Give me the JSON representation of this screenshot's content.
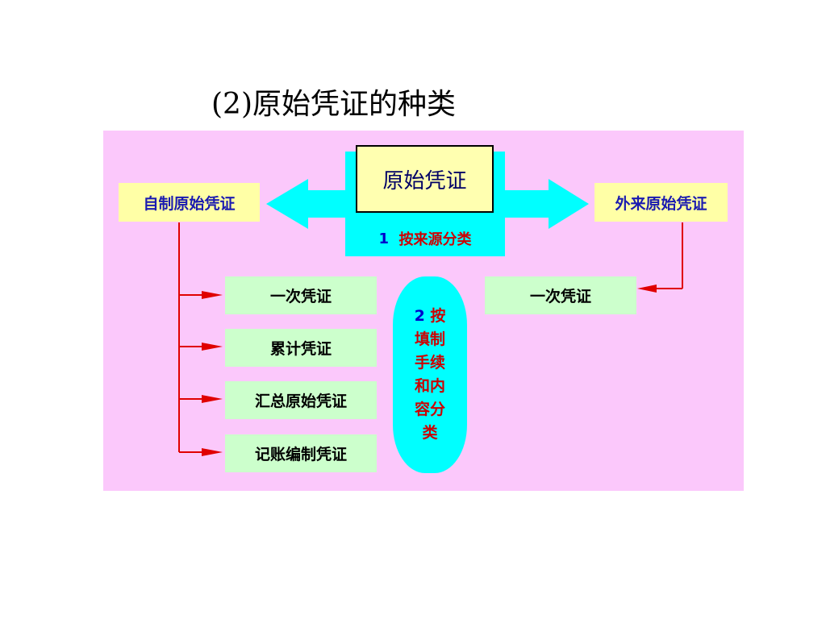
{
  "title": "(2)原始凭证的种类",
  "root": "原始凭证",
  "category1": {
    "num": "1",
    "text": "按来源分类"
  },
  "left_branch": "自制原始凭证",
  "right_branch": "外来原始凭证",
  "left_children": [
    "一次凭证",
    "累计凭证",
    "汇总原始凭证",
    "记账编制凭证"
  ],
  "right_children": [
    "一次凭证"
  ],
  "category2": {
    "num": "2",
    "lines": [
      "按",
      "填制",
      "手续",
      "和内",
      "容分",
      "类"
    ]
  },
  "colors": {
    "panel": "#fbc8fb",
    "cyan": "#00ffff",
    "yellow": "#ffffa6",
    "green": "#ccffcc",
    "red_line": "#e00000"
  }
}
